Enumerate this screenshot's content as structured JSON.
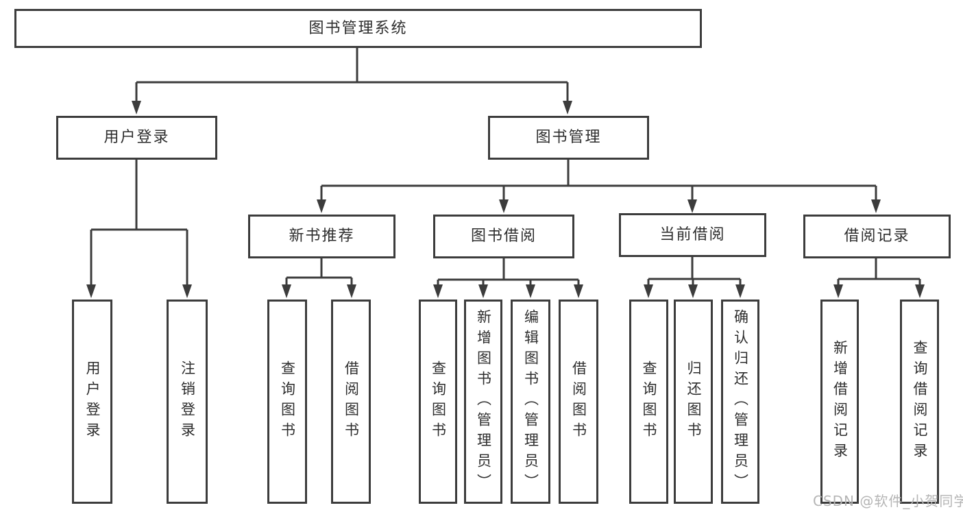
{
  "nodes": {
    "root": {
      "label": "图书管理系统"
    },
    "branches": [
      {
        "label": "用户登录",
        "children": [
          {
            "label": "用户登录"
          },
          {
            "label": "注销登录"
          }
        ]
      },
      {
        "label": "图书管理",
        "children": [
          {
            "label": "新书推荐",
            "children": [
              {
                "label": "查询图书"
              },
              {
                "label": "借阅图书"
              }
            ]
          },
          {
            "label": "图书借阅",
            "children": [
              {
                "label": "查询图书"
              },
              {
                "label": "新增图书（管理员）"
              },
              {
                "label": "编辑图书（管理员）"
              },
              {
                "label": "借阅图书"
              }
            ]
          },
          {
            "label": "当前借阅",
            "children": [
              {
                "label": "查询图书"
              },
              {
                "label": "归还图书"
              },
              {
                "label": "确认归还（管理员）"
              }
            ]
          },
          {
            "label": "借阅记录",
            "children": [
              {
                "label": "新增借阅记录"
              },
              {
                "label": "查询借阅记录"
              }
            ]
          }
        ]
      }
    ]
  },
  "watermark": {
    "text": "CSDN @软件_小贺同学"
  },
  "colors": {
    "background": "#ffffff",
    "line": "#3c3c3c",
    "border": "#3c3c3c",
    "text": "#2d2d2d",
    "watermark": "#b5b5b5"
  }
}
